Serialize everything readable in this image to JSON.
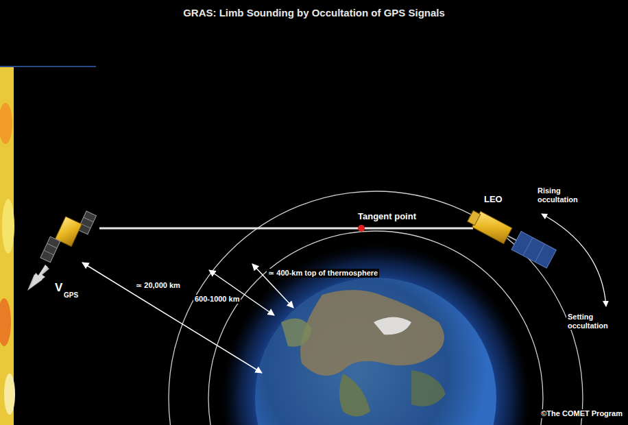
{
  "diagram": {
    "title": "GRAS: Limb Sounding by Occultation of GPS Signals",
    "labels": [
      "LEO",
      "Rising occultation",
      "Tangent point",
      "≃ 400-km top of thermosphere",
      "600-1000 km",
      "≃ 20,000 km",
      "V",
      "GPS",
      "Setting occultation",
      "©The COMET Program"
    ]
  }
}
